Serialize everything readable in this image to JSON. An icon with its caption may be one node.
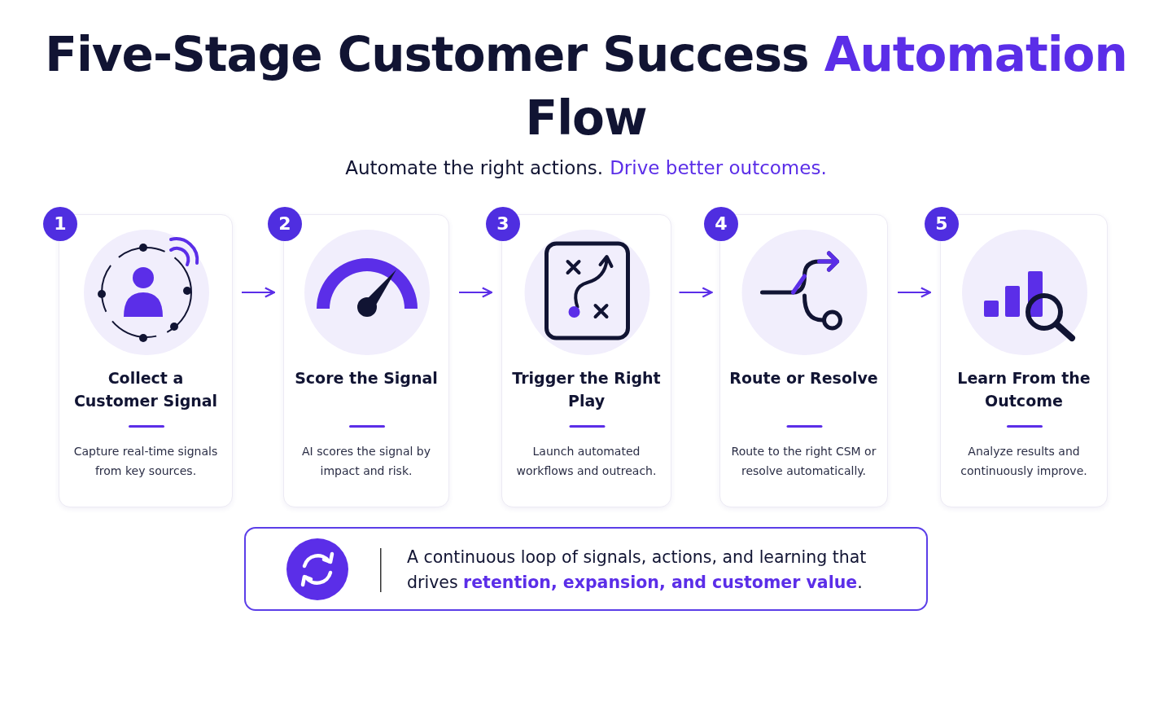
{
  "diagram": {
    "title": "Five-Stage Customer Success **Automation** Flow",
    "nodes": [
      {
        "text": [
          "1",
          "Collect a Customer Signal",
          "Capture real-time signals from key sources."
        ]
      },
      {
        "text": [
          "2",
          "Score the Signal",
          "AI scores the signal by impact and risk."
        ]
      },
      {
        "text": [
          "3",
          "Trigger the Right Play",
          "Launch automated workflows and outreach."
        ]
      },
      {
        "text": [
          "4",
          "Route or Resolve",
          "Route to the right CSM or resolve automatically."
        ]
      },
      {
        "text": [
          "5",
          "Learn From the Outcome",
          "Analyze results and continuously improve."
        ]
      },
      {
        "text": [
          "A continuous loop of signals, actions, and learning that drives **retention, expansion, and customer value**."
        ]
      }
    ],
    "edges": [
      {
        "from": 0,
        "to": 1,
        "arrow": "to"
      },
      {
        "from": 1,
        "to": 2,
        "arrow": "to"
      },
      {
        "from": 2,
        "to": 3,
        "arrow": "to"
      },
      {
        "from": 3,
        "to": 4,
        "arrow": "to"
      }
    ],
    "labels": [
      "Automate the right actions.",
      "Drive better outcomes."
    ]
  }
}
